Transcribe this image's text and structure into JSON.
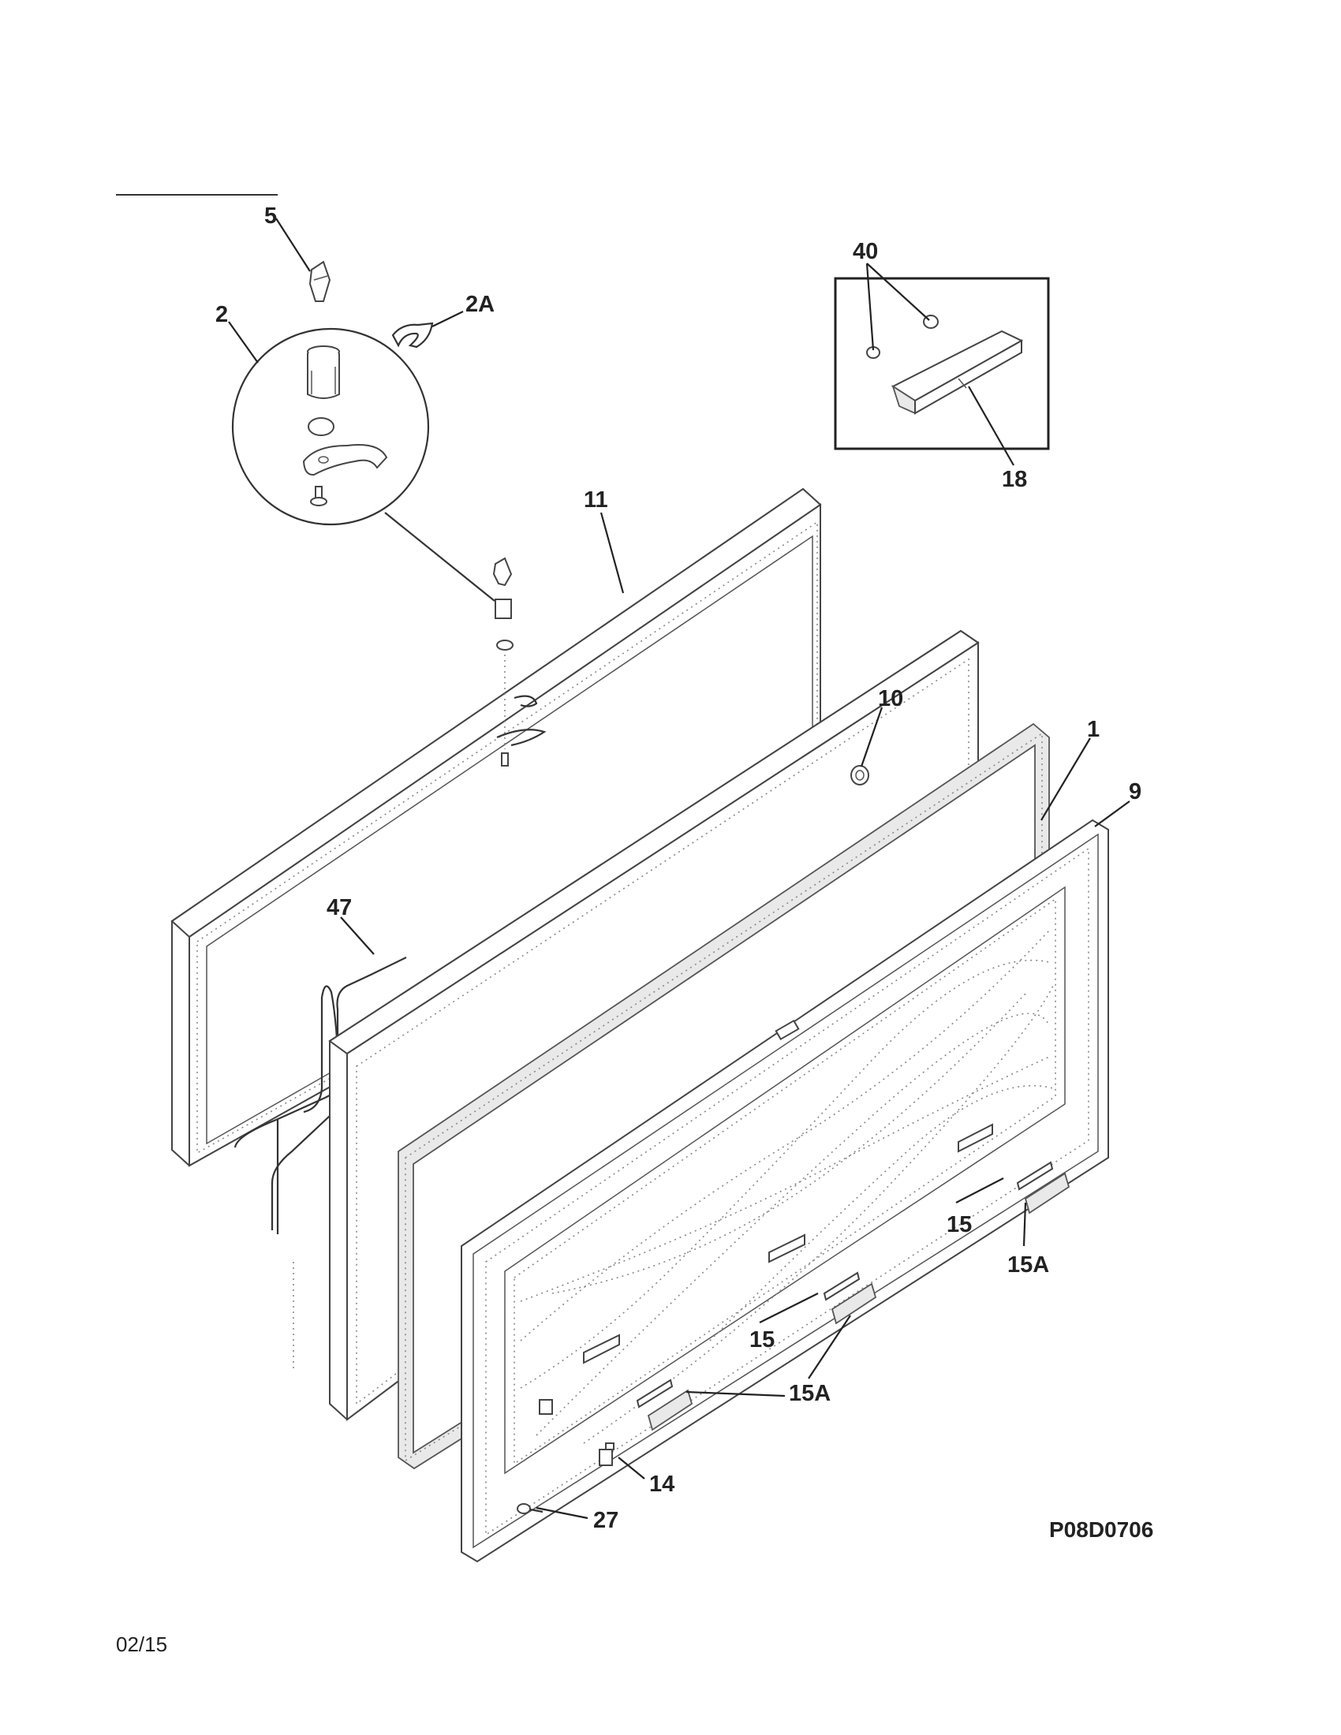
{
  "labels": {
    "l5": "5",
    "l2": "2",
    "l2a": "2A",
    "l40": "40",
    "l18": "18",
    "l11": "11",
    "l10": "10",
    "l1": "1",
    "l9": "9",
    "l47": "47",
    "l15a": "15",
    "l15aa": "15A",
    "l15b": "15",
    "l15ba": "15A",
    "l14": "14",
    "l27": "27"
  },
  "diagram_code": "P08D0706",
  "date": "02/15"
}
